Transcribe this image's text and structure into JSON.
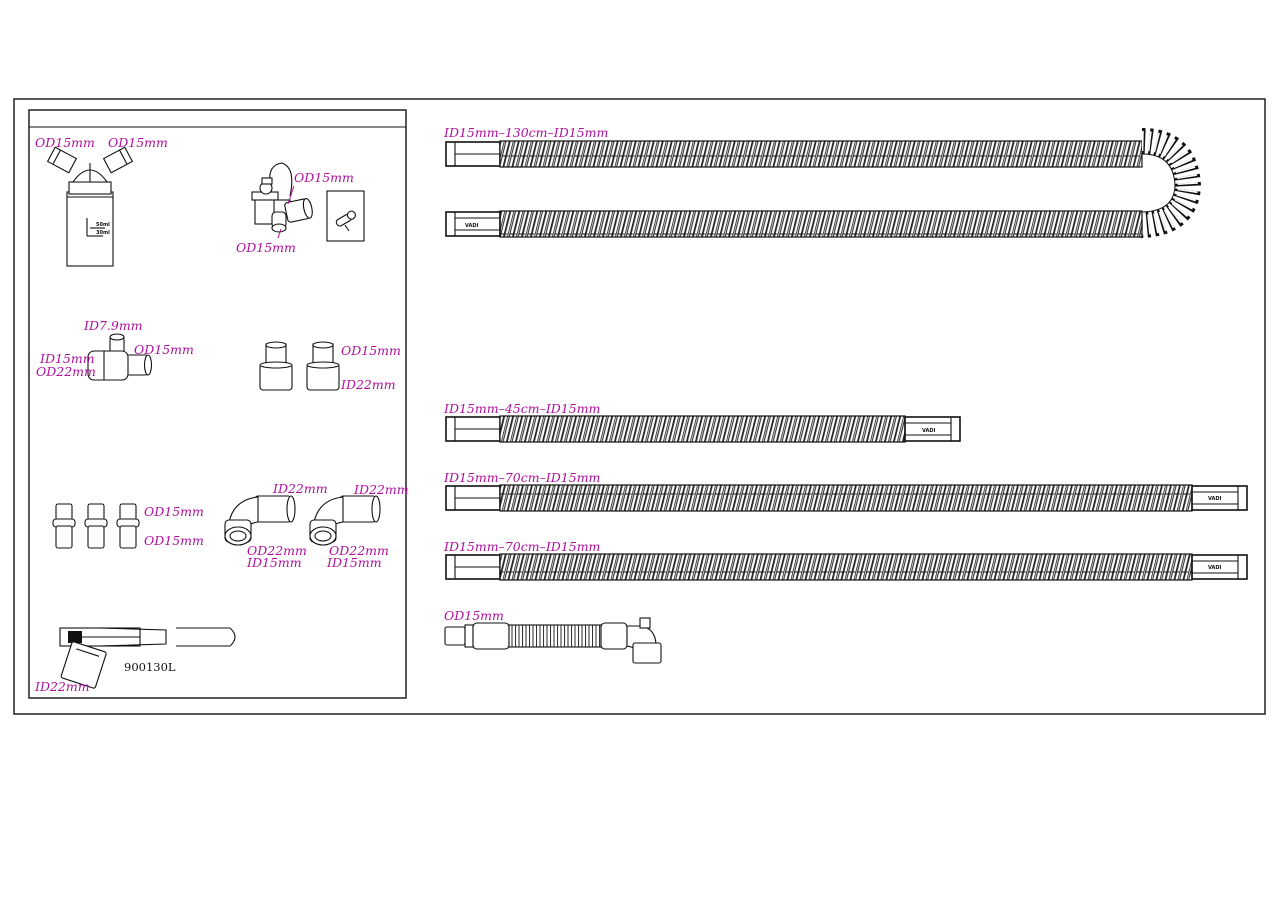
{
  "labels": {
    "y_adapter_left": "OD15mm",
    "y_adapter_right": "OD15mm",
    "valve_top": "OD15mm",
    "valve_bottom": "OD15mm",
    "tee_top": "ID7.9mm",
    "tee_right": "OD15mm",
    "tee_left_id": "ID15mm",
    "tee_left_od": "OD22mm",
    "reducer_od": "OD15mm",
    "reducer_id": "ID22mm",
    "connectors_od_top": "OD15mm",
    "connectors_od_bottom": "OD15mm",
    "elbow1_id22": "ID22mm",
    "elbow1_od22": "OD22mm",
    "elbow1_id15": "ID15mm",
    "elbow2_id22": "ID22mm",
    "elbow2_od22": "OD22mm",
    "elbow2_id15": "ID15mm",
    "trap_part_no": "900130L",
    "trap_id": "ID22mm"
  },
  "tubes": {
    "tube_130": "ID15mm–130cm–ID15mm",
    "tube_45": "ID15mm–45cm–ID15mm",
    "tube_70a": "ID15mm–70cm–ID15mm",
    "tube_70b": "ID15mm–70cm–ID15mm",
    "tube_short": "OD15mm"
  },
  "brand": {
    "cuff_mark": "VADI"
  },
  "colors": {
    "label": "#b0109e",
    "line": "#111111"
  }
}
